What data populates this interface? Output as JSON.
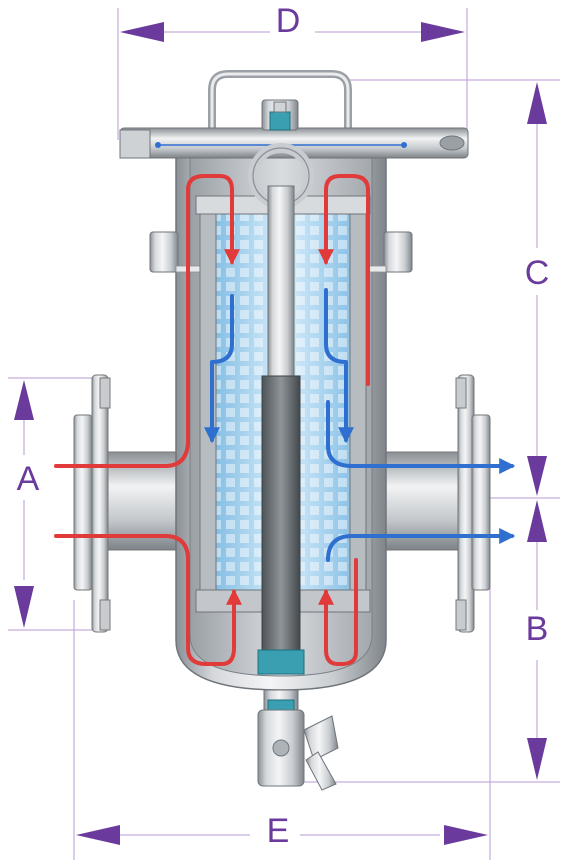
{
  "labels": {
    "top_width": "D",
    "upper_height": "C",
    "inlet": "A",
    "outlet": "B",
    "bottom_width": "E"
  },
  "colors": {
    "dimension": "#6a3a9c",
    "dimension_line": "#b79ad6",
    "inflow": "#e03a3a",
    "outflow": "#2f6fd0",
    "filter_basket": "#a9d6f2",
    "steel_light": "#eef0f2",
    "steel_mid": "#c2c6cb",
    "steel_dark": "#7d8388"
  }
}
